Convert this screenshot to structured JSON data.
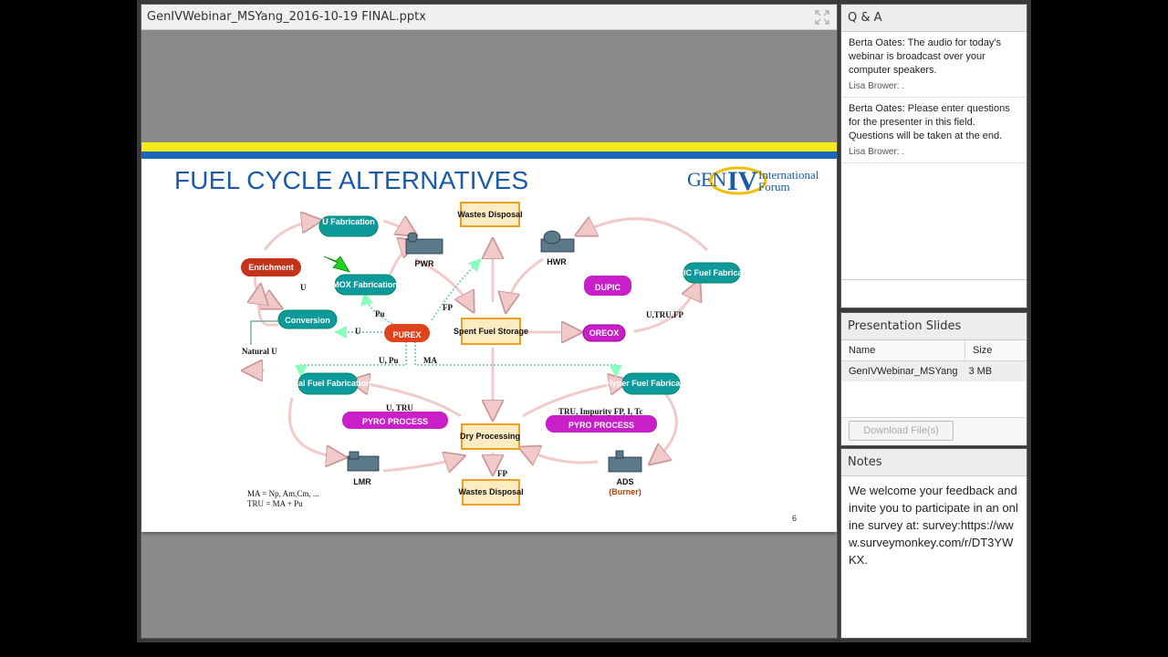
{
  "share_pod": {
    "title": "GenIVWebinar_MSYang_2016-10-19 FINAL.pptx",
    "slide": {
      "title": "FUEL CYCLE ALTERNATIVES",
      "logo": "GEN IV International Forum",
      "page_number": "6",
      "nodes": {
        "u_fabrication": "U Fabrication",
        "enrichment": "Enrichment",
        "mox_fabrication": "MOX Fabrication",
        "conversion": "Conversion",
        "purex": "PUREX",
        "spent_fuel_storage": "Spent Fuel Storage",
        "wastes_disposal_top": "Wastes Disposal",
        "wastes_disposal_bottom": "Wastes Disposal",
        "pwr": "PWR",
        "hwr": "HWR",
        "dupic": "DUPIC",
        "dupic_fuel_fabrication": "DUPIC Fuel Fabrication",
        "oreox": "OREOX",
        "metal_fuel_fabrication": "Metal Fuel Fabrication",
        "hyper_fuel_fabrication": "Hyper Fuel Fabrication",
        "dry_processing": "Dry Processing",
        "pyro_process_left": "PYRO PROCESS",
        "pyro_process_right": "PYRO PROCESS",
        "lmr": "LMR",
        "ads": "ADS",
        "burner": "(Burner)"
      },
      "labels": {
        "u": "U",
        "pu": "Pu",
        "fp_top": "FP",
        "u_mid": "U",
        "natural_u": "Natural U",
        "u_pu": "U, Pu",
        "ma": "MA",
        "u_tru_fp": "U,TRU,FP",
        "u_tru": "U, TRU",
        "tru_impurity": "TRU, Impurity FP, I, Tc",
        "fp_bottom": "FP"
      },
      "legend": [
        "MA   = Np, Am,Cm,  ...",
        "TRU = MA + Pu"
      ]
    }
  },
  "qa": {
    "title": "Q & A",
    "messages": [
      {
        "text": "Berta Oates: The audio for today's webinar is broadcast over your computer speakers.",
        "reply": "Lisa Brower: ."
      },
      {
        "text": "Berta Oates: Please enter questions for the presenter in this field. Questions will be taken at the end.",
        "reply": "Lisa Brower: ."
      }
    ]
  },
  "slides_panel": {
    "title": "Presentation Slides",
    "columns": [
      "Name",
      "Size"
    ],
    "files": [
      {
        "name": "GenIVWebinar_MSYang",
        "size": "3 MB"
      }
    ],
    "download_label": "Download File(s)"
  },
  "notes": {
    "title": "Notes",
    "text": "We welcome your feedback and invite you to participate in an online survey at: survey:https://www.surveymonkey.com/r/DT3YWKX."
  },
  "colors": {
    "teal": "#0e9a9a",
    "purex_red": "#e0431b",
    "enrichment_red": "#c4341a",
    "magenta": "#c81fc8",
    "box_fill": "#fbecc4",
    "box_stroke": "#f0a020",
    "title_blue": "#1a5aa8"
  }
}
